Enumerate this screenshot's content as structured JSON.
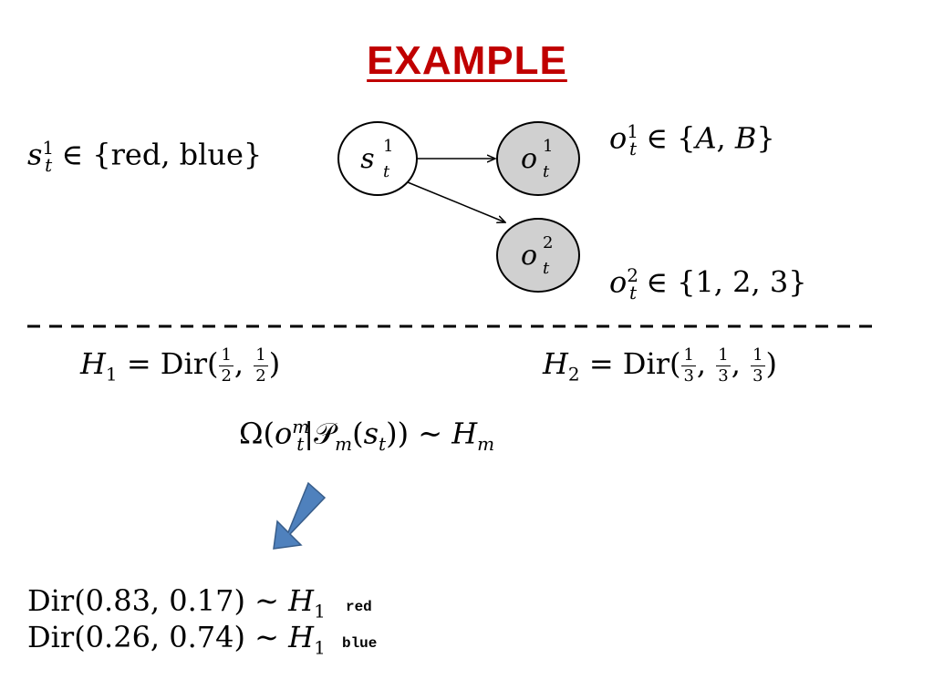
{
  "title": "EXAMPLE",
  "graph": {
    "state_node": {
      "base": "s",
      "sub": "t",
      "sup": "1"
    },
    "obs_node_1": {
      "base": "o",
      "sub": "t",
      "sup": "1"
    },
    "obs_node_2": {
      "base": "o",
      "sub": "t",
      "sup": "2"
    },
    "colors": {
      "observed_fill": "#d0d0d0",
      "latent_fill": "#ffffff",
      "stroke": "#000000"
    }
  },
  "domains": {
    "state": {
      "var": "s",
      "sub": "t",
      "sup": "1",
      "rel": "∈",
      "set": "{red, blue}"
    },
    "obs1": {
      "var": "o",
      "sub": "t",
      "sup": "1",
      "rel": "∈",
      "set_open": "{",
      "set_items": [
        "A",
        "B"
      ],
      "set_close": "}"
    },
    "obs2": {
      "var": "o",
      "sub": "t",
      "sup": "2",
      "rel": "∈",
      "set": "{1, 2, 3}"
    }
  },
  "priors": {
    "h1": {
      "lhs": "H",
      "sub": "1",
      "fn": "Dir",
      "fracs": [
        {
          "num": "1",
          "den": "2"
        },
        {
          "num": "1",
          "den": "2"
        }
      ]
    },
    "h2": {
      "lhs": "H",
      "sub": "2",
      "fn": "Dir",
      "fracs": [
        {
          "num": "1",
          "den": "3"
        },
        {
          "num": "1",
          "den": "3"
        },
        {
          "num": "1",
          "den": "3"
        }
      ]
    },
    "omega": {
      "omega": "Ω",
      "o": "o",
      "o_sup": "m",
      "o_sub": "t",
      "p": "𝒫",
      "p_sub": "m",
      "s": "s",
      "s_sub": "t",
      "dist": "∼",
      "h": "H",
      "h_sub": "m"
    }
  },
  "arrow_color": "#4f81bd",
  "samples": [
    {
      "fn": "Dir",
      "args": "(0.83, 0.17)",
      "dist": "∼",
      "h": "H",
      "h_sub": "1",
      "label": "red"
    },
    {
      "fn": "Dir",
      "args": "(0.26, 0.74)",
      "dist": "∼",
      "h": "H",
      "h_sub": "1",
      "label": "blue"
    }
  ]
}
